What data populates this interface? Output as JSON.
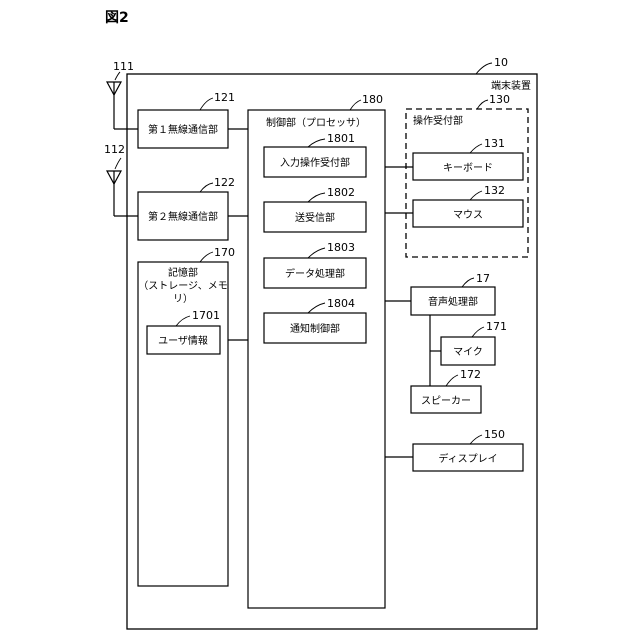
{
  "figure_label": "図2",
  "terminal": {
    "ref": "10",
    "label": "端末装置"
  },
  "antennas": {
    "first_ref": "111",
    "second_ref": "112"
  },
  "wireless1": {
    "ref": "121",
    "label": "第１無線通信部"
  },
  "wireless2": {
    "ref": "122",
    "label": "第２無線通信部"
  },
  "storage": {
    "ref": "170",
    "label_line1": "記憶部",
    "label_line2": "（ストレージ、メモ",
    "label_line3": "リ）"
  },
  "user_info": {
    "ref": "1701",
    "label": "ユーザ情報"
  },
  "controller": {
    "ref": "180",
    "label": "制御部（プロセッサ）"
  },
  "input_accept": {
    "ref": "1801",
    "label": "入力操作受付部"
  },
  "transceiver": {
    "ref": "1802",
    "label": "送受信部"
  },
  "data_proc": {
    "ref": "1803",
    "label": "データ処理部"
  },
  "notify_ctrl": {
    "ref": "1804",
    "label": "通知制御部"
  },
  "operation_accept": {
    "ref": "130",
    "label": "操作受付部"
  },
  "keyboard": {
    "ref": "131",
    "label": "キーボード"
  },
  "mouse": {
    "ref": "132",
    "label": "マウス"
  },
  "audio": {
    "ref": "17",
    "label": "音声処理部"
  },
  "mic": {
    "ref": "171",
    "label": "マイク"
  },
  "speaker": {
    "ref": "172",
    "label": "スピーカー"
  },
  "display": {
    "ref": "150",
    "label": "ディスプレイ"
  }
}
